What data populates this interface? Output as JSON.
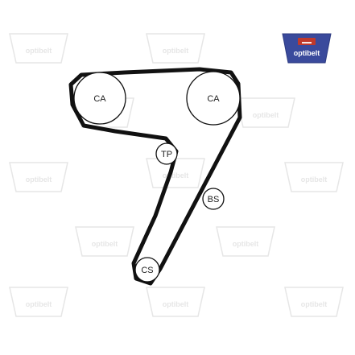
{
  "brand": {
    "name": "optibelt",
    "color": "#3a4a9c",
    "accent": "#c0392b"
  },
  "watermark": {
    "text": "optibelt",
    "color": "#e6e6e6"
  },
  "belt": {
    "color": "#111111"
  },
  "pulleys": [
    {
      "id": "ca-left",
      "label": "CA"
    },
    {
      "id": "ca-right",
      "label": "CA"
    },
    {
      "id": "tp",
      "label": "TP"
    },
    {
      "id": "bs",
      "label": "BS"
    },
    {
      "id": "cs",
      "label": "CS"
    }
  ]
}
